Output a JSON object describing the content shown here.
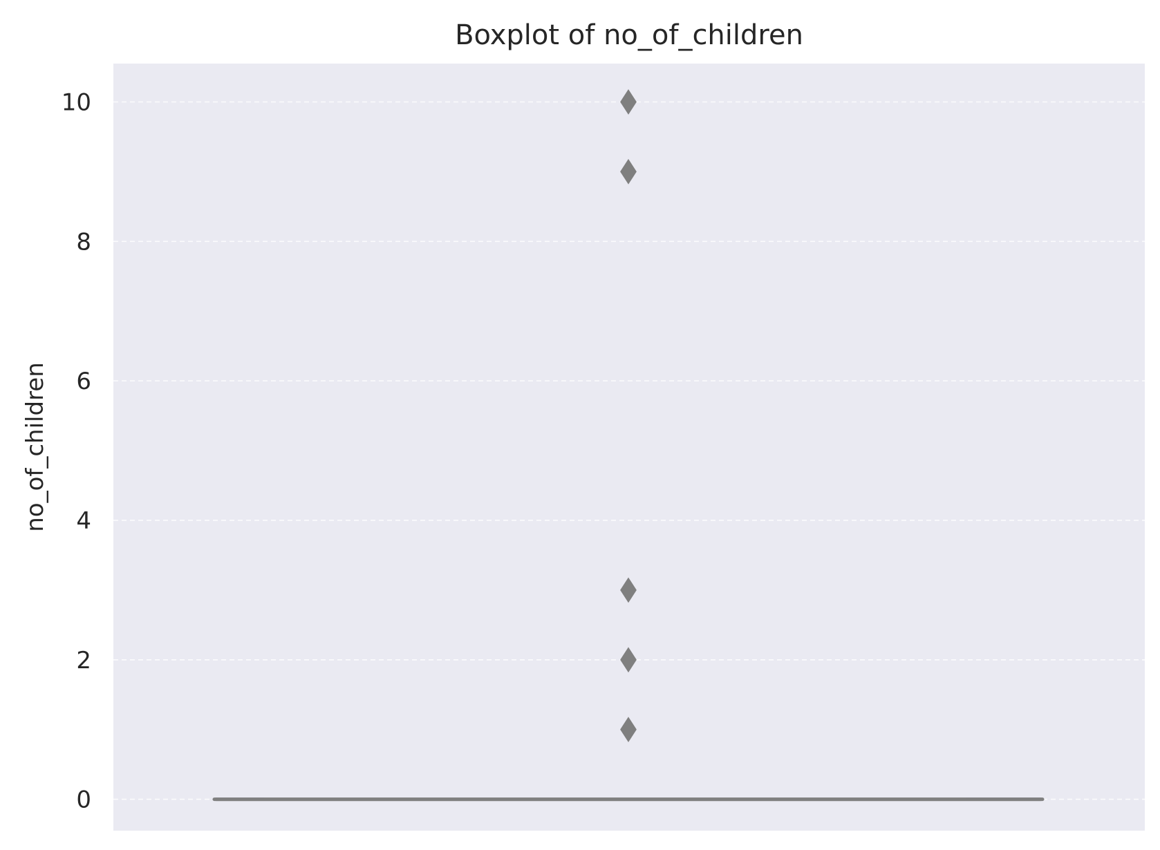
{
  "chart_data": {
    "type": "box",
    "title": "Boxplot of no_of_children",
    "xlabel": "",
    "ylabel": "no_of_children",
    "ylim": [
      -0.45,
      10.55
    ],
    "yticks": [
      0,
      2,
      4,
      6,
      8,
      10
    ],
    "grid": true,
    "grid_style": "dashed horizontal",
    "box": {
      "min": 0,
      "q1": 0,
      "median": 0,
      "q3": 0,
      "max": 0
    },
    "outliers": [
      1,
      2,
      3,
      9,
      10
    ],
    "colors": {
      "plot_background": "#eaeaf2",
      "grid": "#ffffff",
      "box": "#808080",
      "outlier": "#7f7f7f",
      "text": "#262626"
    }
  }
}
